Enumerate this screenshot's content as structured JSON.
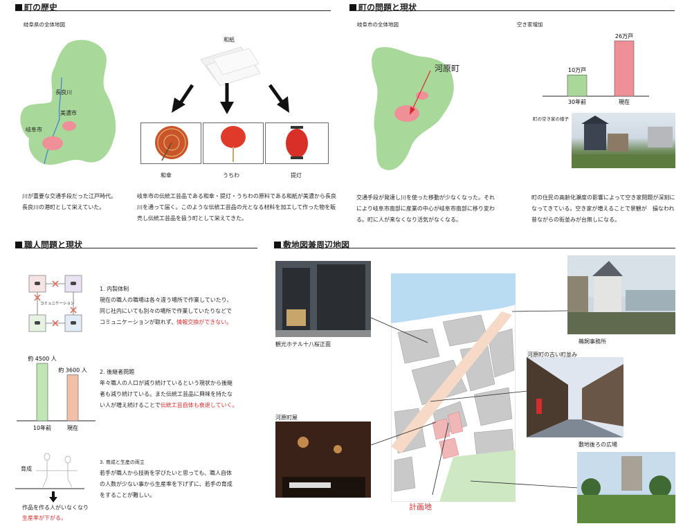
{
  "history": {
    "title": "町の歴史",
    "map_caption": "岐阜県の全体地図",
    "map_labels": {
      "nagara": "長良川",
      "mino": "美濃市",
      "gifu": "岐阜市"
    },
    "paper_label": "和紙",
    "products": [
      "和傘",
      "うちわ",
      "提灯"
    ],
    "text_left": [
      "川が重要な交通手段だった江戸時代。",
      "長良川の港町として栄えていた。"
    ],
    "text_right": [
      "岐阜市の伝統工芸品である和傘・提灯・うちわの原料である和紙が美濃から長良",
      "川を通って届く。このような伝統工芸品の元となる材料を加工して作った物を販",
      "売し伝統工芸品を扱う町として栄えてきた。"
    ]
  },
  "problems": {
    "title": "町の問題と現状",
    "map_caption": "岐阜市の全体地図",
    "map_label": "河原町",
    "vacancy_caption": "空き家増加",
    "vacancy_chart": {
      "categories": [
        "30年前",
        "現在"
      ],
      "values_label": [
        "10万戸",
        "26万戸"
      ],
      "values": [
        10,
        26
      ],
      "colors": [
        "#a9d89a",
        "#ef8f97"
      ]
    },
    "vacant_photo_caption": "町の空き家の様子",
    "text_mid": [
      "交通手段が発達し川を使った移動が少なくなった。それ",
      "により岐阜市南部に産業の中心が岐阜市南部に移り変わ",
      "る。町に人が来なくなり活気がなくなる。"
    ],
    "text_right": [
      "町の住民の高齢化瀬度の影響によって空き家問題が深刻に",
      "なってきている。空き家が増えることで景観が　損なわれ",
      "昔ながらの街並みが台無しになる。"
    ]
  },
  "craftsmen": {
    "title": "職人問題と現状",
    "comm_label": "コミュニケーション",
    "item1_title": "1. 内製体制",
    "item1_lines": [
      "現在の職人の職場は各々違う場所で作業していたり、",
      "同じ社内にいても別々の場所で作業していたりなどで"
    ],
    "item1_line3": "コミュニケーションが取れず、",
    "item1_red": "情報交換ができない。",
    "chart": {
      "categories": [
        "10年前",
        "現在"
      ],
      "values": [
        4500,
        3600
      ],
      "value_labels": [
        "約 4500 人",
        "約 3600 人"
      ],
      "colors": [
        "#bfe6b4",
        "#f2c0a8"
      ]
    },
    "item2_title": "2. 後継者問題",
    "item2_lines": [
      "年々職人の人口が減り続けているという現状から後継",
      "者も減り続けている。また伝統工芸品に興味を持たな"
    ],
    "item2_line3": "い人が増え続けることで",
    "item2_red": "伝統工芸自体も衰退していく。",
    "item3_title": "3. 育成と生産の両立",
    "item3_lines": [
      "若手が職人から技術を学びたいと思っても、職人自体",
      "の人数が少ない事から生産率を下げずに、若手の育成",
      "をすることが難しい。"
    ],
    "ikusei": "育成",
    "bottom_line1": "作品を作る人がいなくなり",
    "bottom_red": "生産率が下がる。"
  },
  "site": {
    "title": "敷地図兼周辺地図",
    "photo_hotel": "観光ホテル十八桜正面",
    "photo_machiya": "河原町屋",
    "photo_cormorant": "鵜飼事務所",
    "photo_street": "河原町の古い町並み",
    "photo_plaza": "敷地後ろの広場",
    "plan_label": "計画地"
  }
}
